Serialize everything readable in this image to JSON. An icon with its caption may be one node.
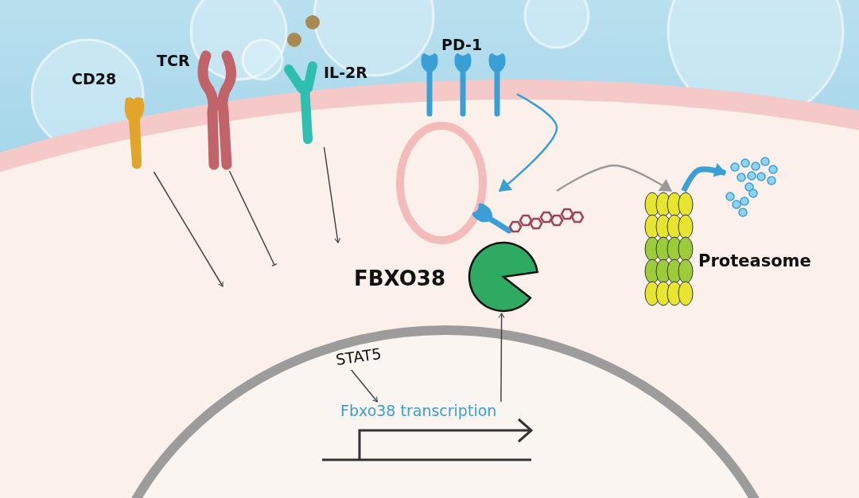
{
  "diagram": {
    "nodes": [
      {
        "text": [
          "CD28"
        ]
      },
      {
        "text": [
          "TCR"
        ]
      },
      {
        "text": [
          "IL-2R"
        ]
      },
      {
        "text": [
          "PD-1"
        ]
      },
      {
        "text": [],
        "shape": "circle"
      },
      {
        "text": [
          "FBXO38"
        ]
      },
      {
        "text": [],
        "shape": "picture"
      },
      {
        "text": [
          "Proteasome"
        ]
      },
      {
        "text": [],
        "shape": "picture"
      },
      {
        "text": [
          "STAT5"
        ]
      },
      {
        "text": [
          "Fbxo38 transcription"
        ]
      }
    ],
    "edges": [
      {
        "from": 3,
        "to": 6,
        "arrow": "to",
        "color": "#3a9fd5"
      },
      {
        "from": 6,
        "to": 7,
        "arrow": "to",
        "color": "#9a9a9a"
      },
      {
        "from": 7,
        "to": 8,
        "arrow": "to",
        "style": "thick",
        "color": "#3a9fd5"
      },
      {
        "from": 9,
        "to": 10,
        "arrow": "to"
      },
      {
        "from": 10,
        "to": 5,
        "arrow": "to"
      },
      {
        "from": 0,
        "to": null,
        "arrow": "to"
      },
      {
        "from": 1,
        "to": null,
        "arrow": "other"
      },
      {
        "from": 2,
        "to": null,
        "arrow": "to"
      }
    ]
  }
}
